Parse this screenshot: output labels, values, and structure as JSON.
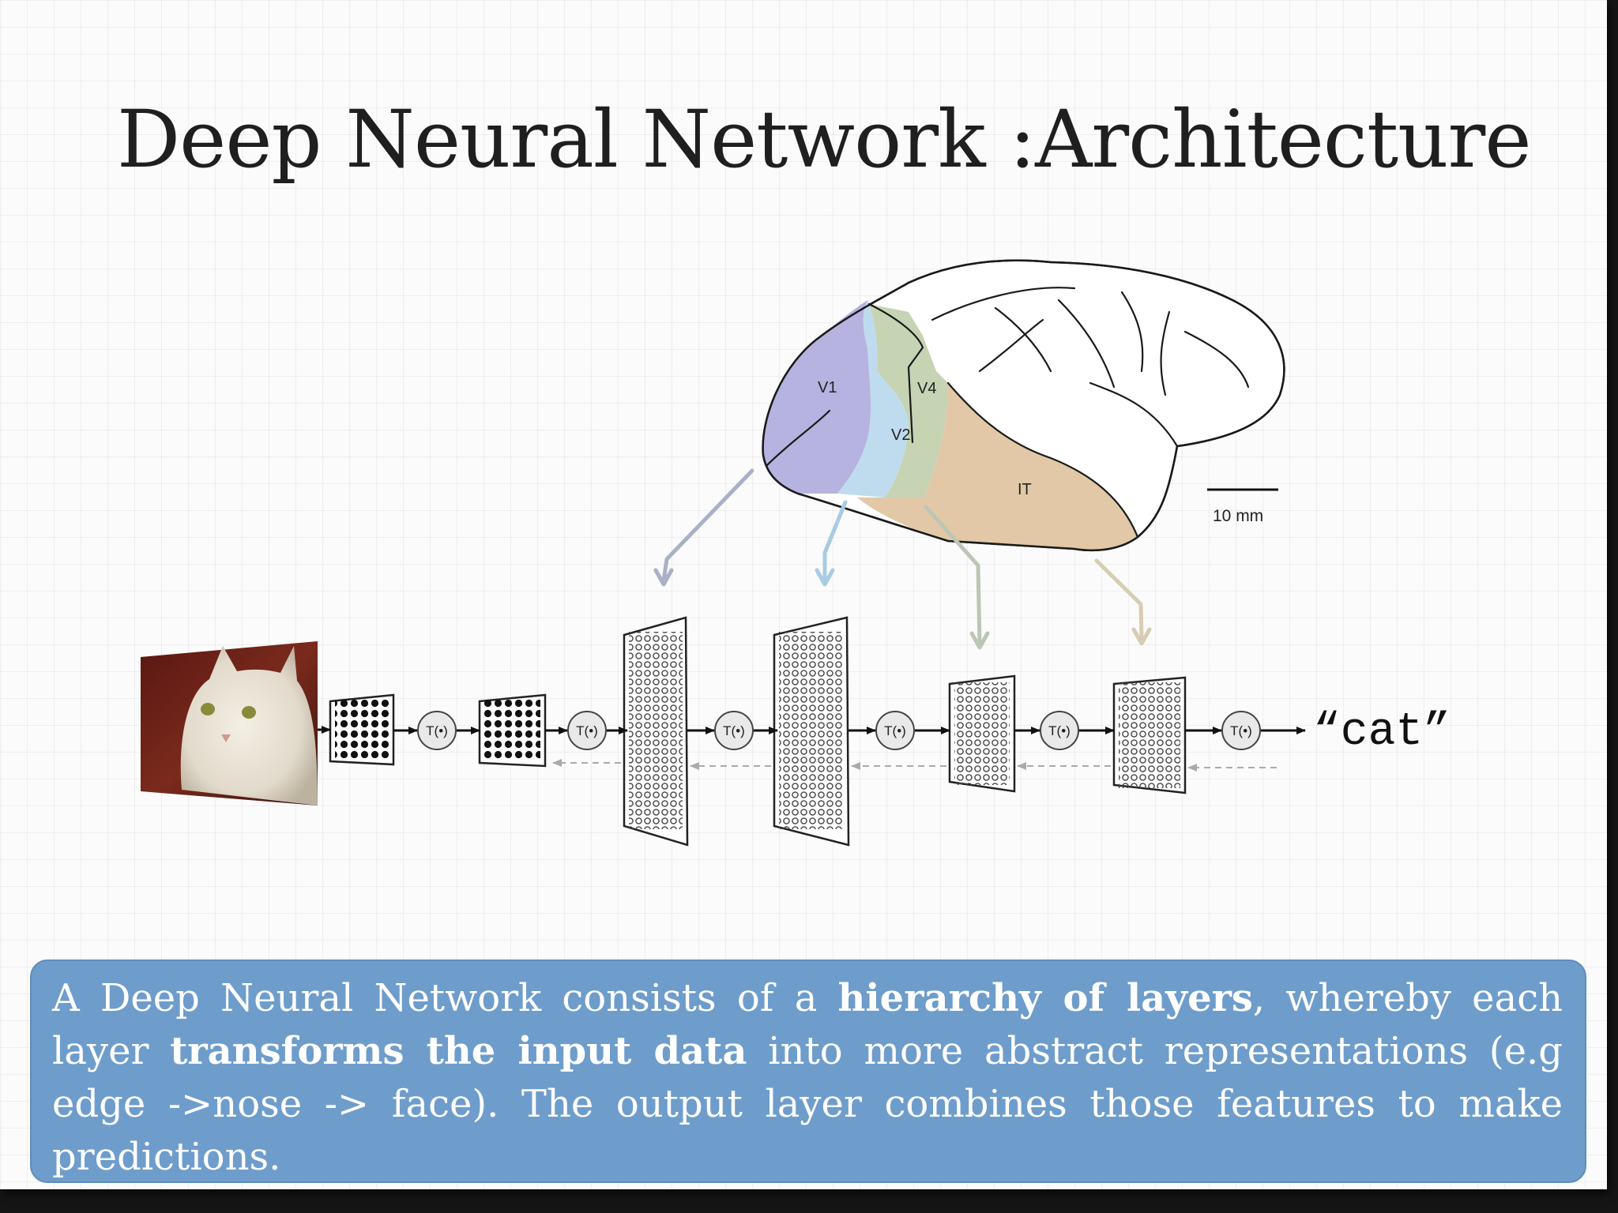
{
  "slide": {
    "title": "Deep Neural Network :Architecture"
  },
  "diagram": {
    "brain_regions": {
      "v1": "V1",
      "v2": "V2",
      "v4": "V4",
      "it": "IT"
    },
    "scale_bar_label": "10 mm",
    "transform_label": "T(•)",
    "output_label": "“cat”",
    "colors": {
      "v1": "#b6b3e0",
      "v2": "#bfdcef",
      "v4": "#c6d4b4",
      "it": "#e2c8a6",
      "arrow_v1": "#aab0c6",
      "arrow_v2": "#a9cbe3",
      "arrow_v4": "#bcc6b5",
      "arrow_it": "#d8ccb4"
    }
  },
  "caption": {
    "part1": "A Deep Neural Network consists of a ",
    "bold1": "hierarchy of layers",
    "part2": ", whereby each layer ",
    "bold2": "transforms the input data",
    "part3": " into more abstract representations (e.g edge ->nose -> face). The output layer combines those features to make predictions.",
    "background": "#6e9dcb"
  }
}
